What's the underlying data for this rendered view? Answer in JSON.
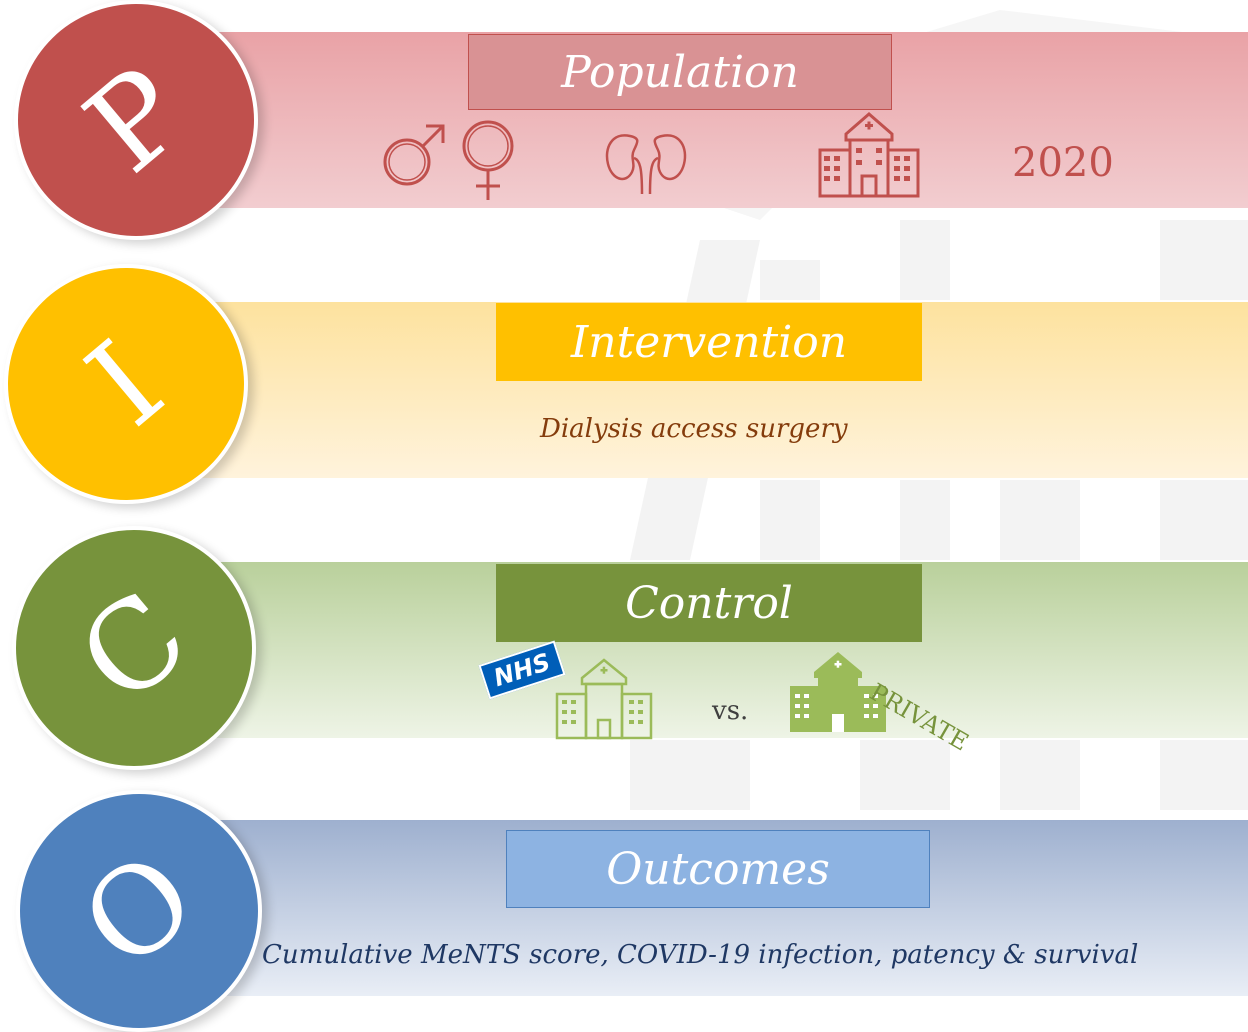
{
  "population": {
    "letter": "P",
    "title": "Population",
    "year": "2020",
    "icons": [
      "male-symbol",
      "female-symbol",
      "kidney",
      "hospital"
    ],
    "color": "#c0504d"
  },
  "intervention": {
    "letter": "I",
    "title": "Intervention",
    "description": "Dialysis access surgery",
    "color": "#ffc000"
  },
  "control": {
    "letter": "C",
    "title": "Control",
    "nhs_label": "NHS",
    "vs_label": "vs.",
    "private_label": "PRIVATE",
    "icons": [
      "hospital",
      "hospital"
    ],
    "color": "#77933c"
  },
  "outcomes": {
    "letter": "O",
    "title": "Outcomes",
    "description": "Cumulative MeNTS score, COVID-19 infection, patency & survival",
    "color": "#4f81bd"
  }
}
